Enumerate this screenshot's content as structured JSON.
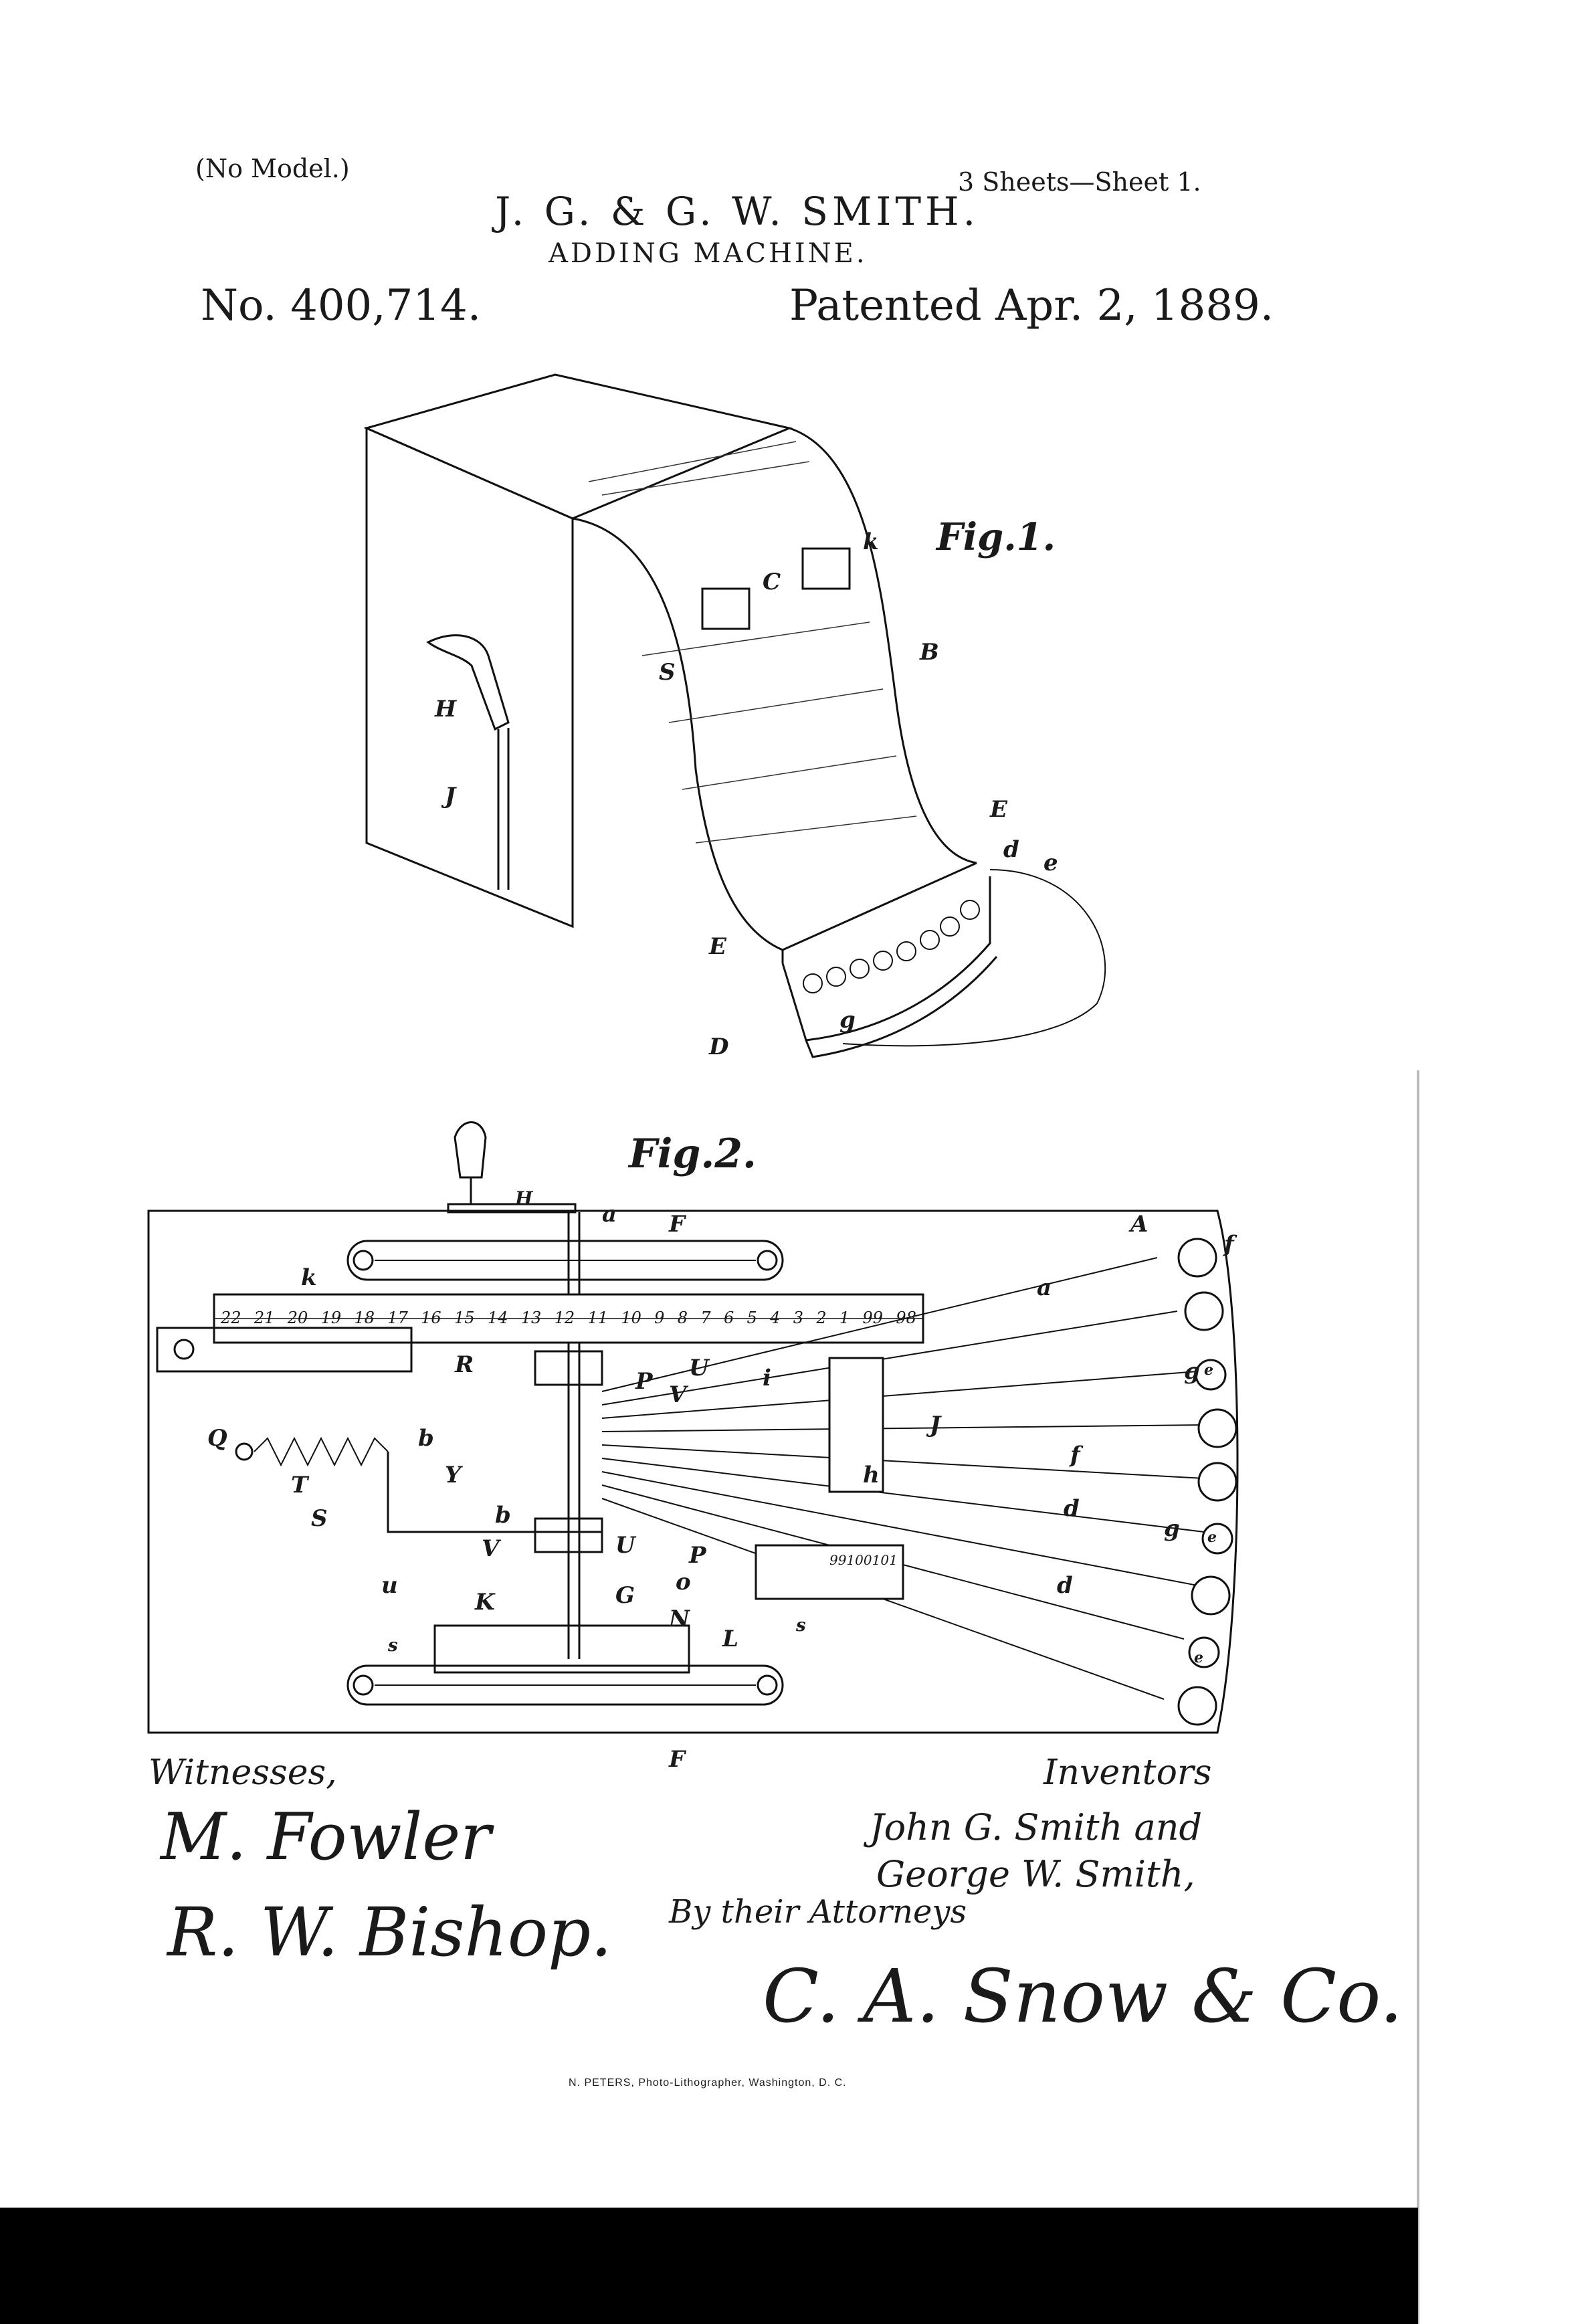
{
  "header": {
    "model_note": "(No Model.)",
    "sheets": "3 Sheets—Sheet 1.",
    "inventors_title": "J. G. & G. W. SMITH.",
    "invention": "ADDING MACHINE.",
    "patent_number": "No. 400,714.",
    "patent_date": "Patented Apr. 2, 1889."
  },
  "figures": {
    "fig1": {
      "title": "Fig.1.",
      "labels": [
        "k",
        "C",
        "S",
        "B",
        "H",
        "J",
        "E",
        "d",
        "e",
        "E",
        "g",
        "D"
      ]
    },
    "fig2": {
      "title": "Fig.2.",
      "top_labels": [
        "H",
        "a",
        "F",
        "A",
        "f",
        "k",
        "a"
      ],
      "scale_numbers": [
        "22",
        "21",
        "20",
        "19",
        "18",
        "17",
        "16",
        "15",
        "14",
        "13",
        "12",
        "11",
        "10",
        "9",
        "8",
        "7",
        "6",
        "5",
        "4",
        "3",
        "2",
        "1",
        "99",
        "98"
      ],
      "scale_bottom_numbers": [
        "99",
        "100",
        "101"
      ],
      "mid_labels": [
        "R",
        "U",
        "P",
        "V",
        "i",
        "g",
        "e",
        "J",
        "f",
        "Q",
        "b",
        "Y",
        "T",
        "h",
        "d",
        "S",
        "b",
        "g",
        "e",
        "V",
        "U",
        "P",
        "o",
        "d",
        "u",
        "G",
        "s",
        "K",
        "N",
        "L",
        "s",
        "e",
        "F"
      ]
    }
  },
  "signatures": {
    "witnesses_label": "Witnesses,",
    "witness_1": "M. Fowler",
    "witness_2": "R. W. Bishop.",
    "inventors_label": "Inventors",
    "inventor_names": "John G. Smith and",
    "inventor_names_2": "George W. Smith,",
    "by_attorneys": "By their Attorneys",
    "attorney": "C. A. Snow & Co."
  },
  "footer": {
    "credit": "N. PETERS, Photo-Lithographer, Washington, D. C."
  }
}
